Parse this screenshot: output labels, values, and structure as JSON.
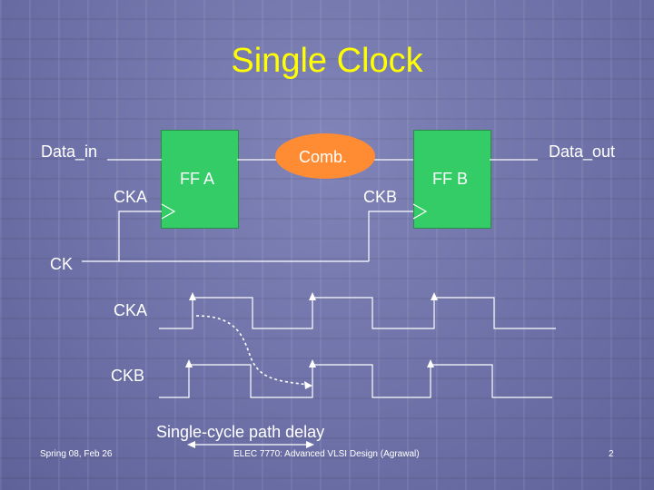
{
  "title": "Single Clock",
  "circuit": {
    "data_in": "Data_in",
    "data_out": "Data_out",
    "comb": "Comb.",
    "ff_a": "FF A",
    "ff_b": "FF B",
    "cka": "CKA",
    "ckb": "CKB",
    "ck": "CK"
  },
  "timing": {
    "cka": "CKA",
    "ckb": "CKB",
    "delay_label": "Single-cycle path delay"
  },
  "footer": {
    "left": "Spring 08, Feb 26",
    "center": "ELEC 7770: Advanced VLSI Design (Agrawal)",
    "right": "2"
  },
  "colors": {
    "title": "#ffff00",
    "flip_flop": "#33cc66",
    "comb_logic": "#ff8c33",
    "wire": "#ffffff"
  }
}
